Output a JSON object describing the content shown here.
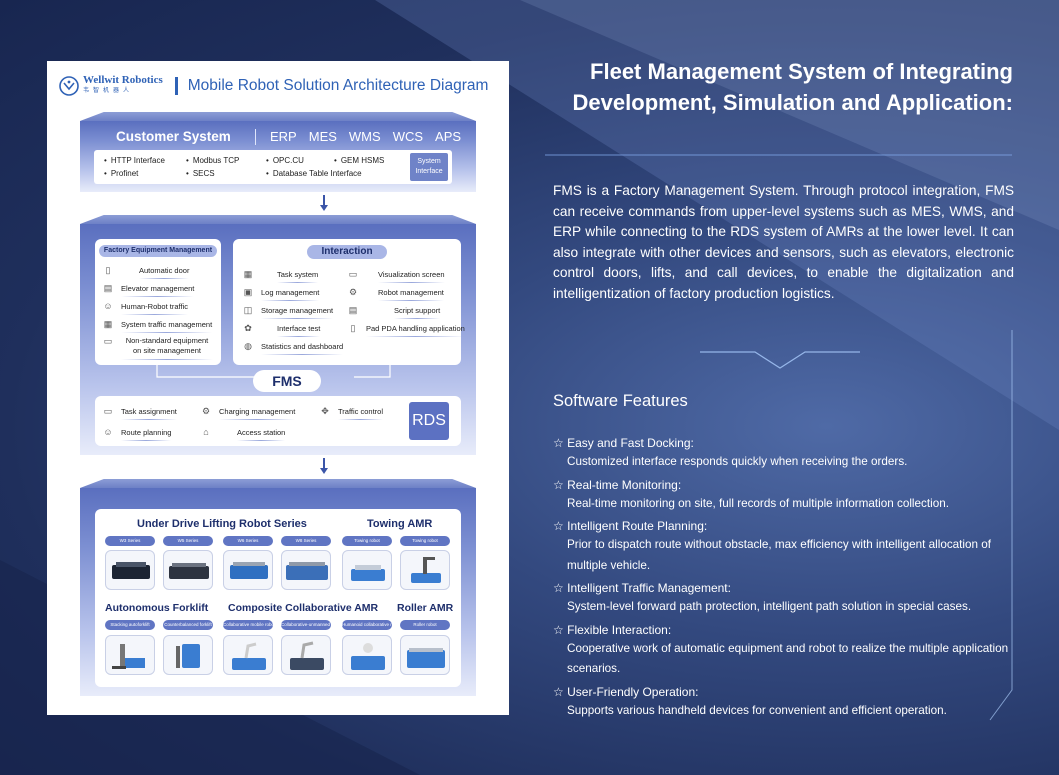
{
  "diagram": {
    "logo": {
      "name": "Wellwit Robotics",
      "cn": "韦智机器人"
    },
    "title": "Mobile Robot Solution Architecture Diagram",
    "customer": {
      "title": "Customer System",
      "systems": [
        "ERP",
        "MES",
        "WMS",
        "WCS",
        "APS"
      ],
      "interfaces": [
        "HTTP Interface",
        "Profinet",
        "Modbus TCP",
        "SECS",
        "OPC.CU",
        "Database Table Interface",
        "GEM HSMS"
      ],
      "system_interface": "System Interface"
    },
    "factory": {
      "title": "Factory Equipment Management",
      "items": [
        "Automatic door",
        "Elevator management",
        "Human-Robot traffic",
        "System traffic management",
        "Non-standard equipment on site management"
      ]
    },
    "interaction": {
      "title": "Interaction",
      "left": [
        "Task system",
        "Log management",
        "Storage management",
        "Interface test",
        "Statistics and dashboard"
      ],
      "right": [
        "Visualization screen",
        "Robot management",
        "Script support",
        "Pad PDA handling application"
      ]
    },
    "fms_label": "FMS",
    "rds": {
      "label": "RDS",
      "items": [
        "Task assignment",
        "Charging management",
        "Traffic control",
        "Route planning",
        "Access station"
      ]
    },
    "robots": {
      "series": [
        "Under Drive Lifting Robot Series",
        "Towing AMR",
        "Autonomous Forklift",
        "Composite Collaborative AMR",
        "Roller AMR"
      ],
      "row1_chips": [
        "W3 Series",
        "W5 Series",
        "W6 Series",
        "W8 Series",
        "Towing robot",
        "Towing robot"
      ],
      "row2_chips": [
        "Stacking autoforklift",
        "Counterbalanced forklift",
        "Collaborative mobile robot",
        "Collaborative-unmanned mobile robot",
        "Humanoid collaborative robot",
        "Roller robot"
      ]
    }
  },
  "headline": "Fleet Management System of Integrating Development, Simulation and Application:",
  "intro": "FMS is a Factory Management System. Through protocol integration, FMS can receive commands from upper-level systems such as MES, WMS, and ERP while connecting to the RDS system of AMRs at the lower level. It can also integrate with other devices and sensors, such as elevators, electronic control doors, lifts, and call devices, to enable the digitalization and intelligentization of factory production logistics.",
  "features_title": "Software Features",
  "features": [
    {
      "star": "☆",
      "title": "Easy and Fast Docking:",
      "desc": "Customized interface responds quickly when receiving the orders."
    },
    {
      "star": "☆",
      "title": "Real-time Monitoring:",
      "desc": "Real-time monitoring on site, full records of multiple information collection."
    },
    {
      "star": "☆",
      "title": "Intelligent Route Planning:",
      "desc": "Prior to dispatch route without obstacle, max efficiency with intelligent allocation of multiple vehicle."
    },
    {
      "star": "☆",
      "title": "Intelligent Traffic Management:",
      "desc": "System-level forward path protection, intelligent path solution in special cases."
    },
    {
      "star": "☆",
      "title": "Flexible Interaction:",
      "desc": "Cooperative work of automatic equipment and robot to realize the multiple application scenarios."
    },
    {
      "star": "☆",
      "title": "User-Friendly Operation:",
      "desc": "Supports various handheld devices for convenient and efficient operation."
    }
  ],
  "colors": {
    "accent": "#2f62b6",
    "layer": "#6d80c6",
    "background": "#1f2f5c"
  }
}
